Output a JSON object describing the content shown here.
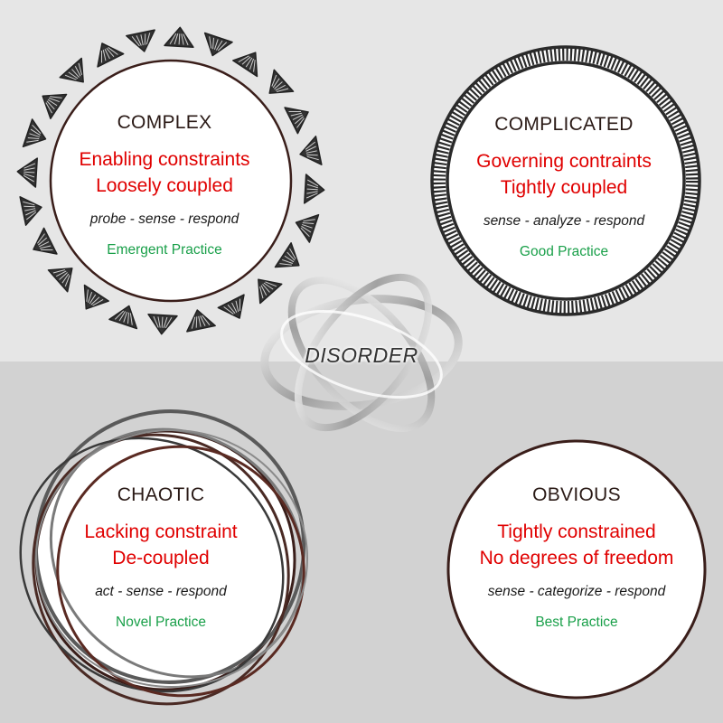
{
  "domains": {
    "complex": {
      "title": "COMPLEX",
      "constraint": "Enabling constraints",
      "coupling": "Loosely coupled",
      "method": "probe - sense - respond",
      "practice": "Emergent Practice"
    },
    "complicated": {
      "title": "COMPLICATED",
      "constraint": "Governing contraints",
      "coupling": "Tightly coupled",
      "method": "sense - analyze - respond",
      "practice": "Good Practice"
    },
    "chaotic": {
      "title": "CHAOTIC",
      "constraint": "Lacking constraint",
      "coupling": "De-coupled",
      "method": "act - sense - respond",
      "practice": "Novel Practice"
    },
    "obvious": {
      "title": "OBVIOUS",
      "constraint": "Tightly constrained",
      "coupling": "No degrees of freedom",
      "method": "sense - categorize - respond",
      "practice": "Best Practice"
    }
  },
  "center": {
    "label": "DISORDER"
  },
  "colors": {
    "constraint_text": "#e00000",
    "practice_text": "#1aa04a",
    "circle_stroke": "#3a1e1a",
    "top_background": "#e6e6e6",
    "bottom_background": "#d2d2d2"
  }
}
